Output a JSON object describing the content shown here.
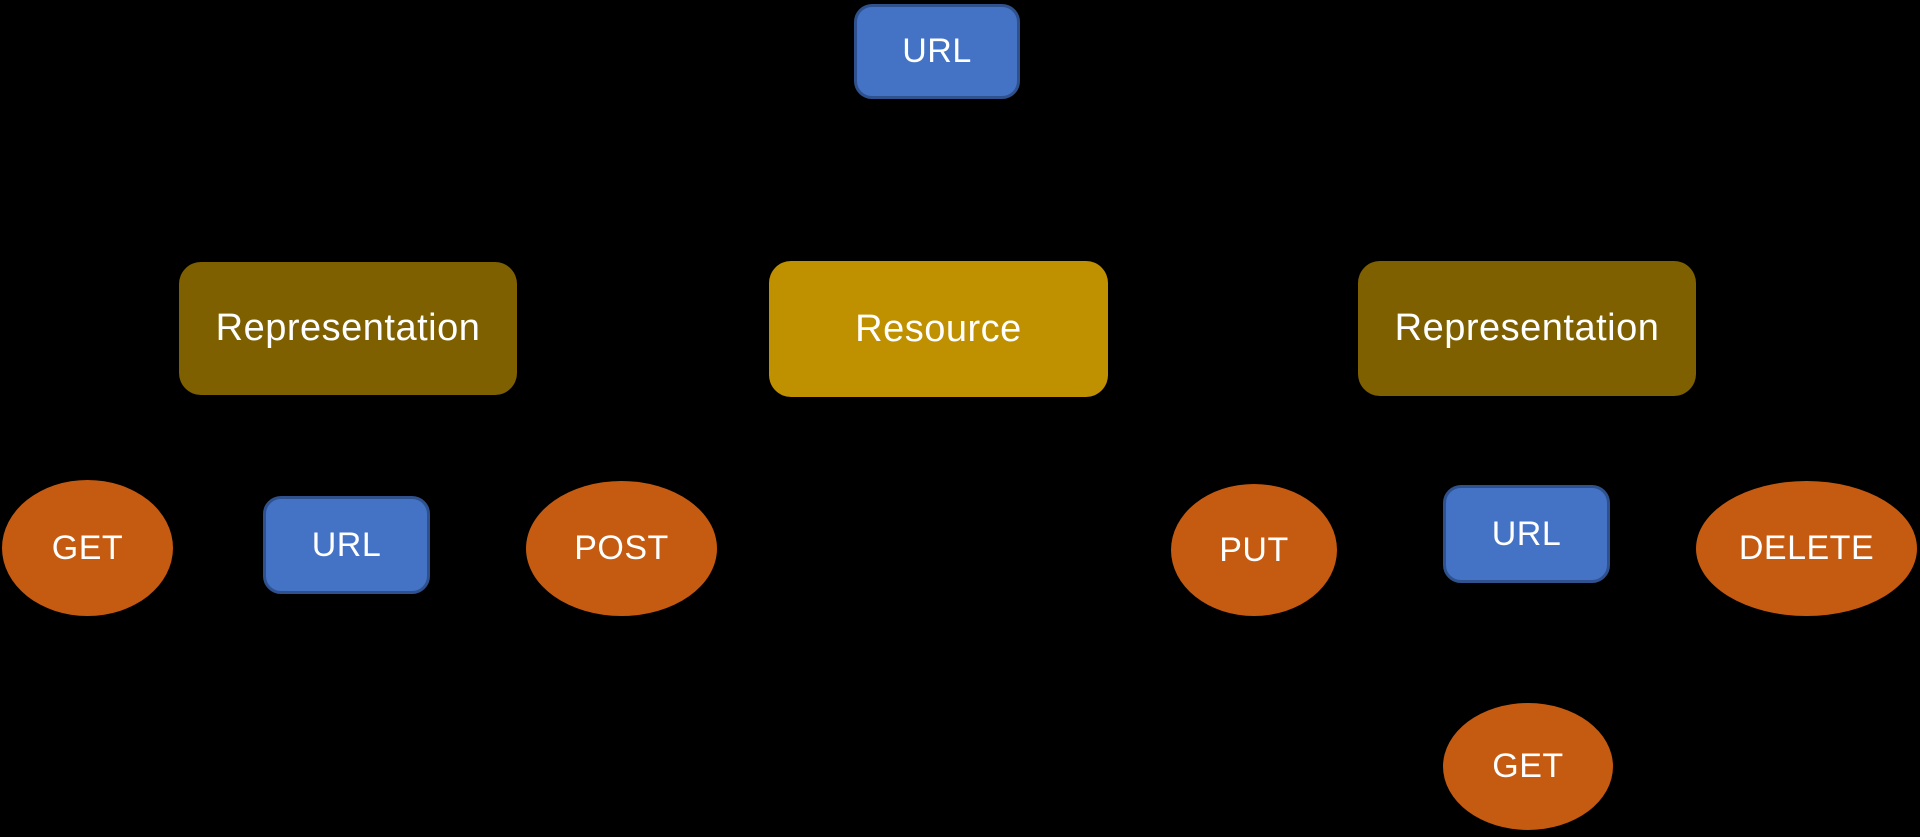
{
  "diagram": {
    "background_color": "#000000",
    "colors": {
      "blue": "#4472C4",
      "blue_border": "#2F528F",
      "dark_gold": "#7F6000",
      "gold": "#BF9000",
      "orange": "#C55A11",
      "text": "#FFFFFF"
    },
    "nodes": [
      {
        "id": "url-top",
        "label": "URL",
        "shape": "rounded-rectangle",
        "fill": "#4472C4"
      },
      {
        "id": "representation-left",
        "label": "Representation",
        "shape": "rounded-rectangle",
        "fill": "#7F6000"
      },
      {
        "id": "resource",
        "label": "Resource",
        "shape": "rounded-rectangle",
        "fill": "#BF9000"
      },
      {
        "id": "representation-right",
        "label": "Representation",
        "shape": "rounded-rectangle",
        "fill": "#7F6000"
      },
      {
        "id": "get-left",
        "label": "GET",
        "shape": "ellipse",
        "fill": "#C55A11"
      },
      {
        "id": "url-left",
        "label": "URL",
        "shape": "rounded-rectangle",
        "fill": "#4472C4"
      },
      {
        "id": "post",
        "label": "POST",
        "shape": "ellipse",
        "fill": "#C55A11"
      },
      {
        "id": "put",
        "label": "PUT",
        "shape": "ellipse",
        "fill": "#C55A11"
      },
      {
        "id": "url-right",
        "label": "URL",
        "shape": "rounded-rectangle",
        "fill": "#4472C4"
      },
      {
        "id": "delete",
        "label": "DELETE",
        "shape": "ellipse",
        "fill": "#C55A11"
      },
      {
        "id": "get-bottom",
        "label": "GET",
        "shape": "ellipse",
        "fill": "#C55A11"
      }
    ]
  }
}
